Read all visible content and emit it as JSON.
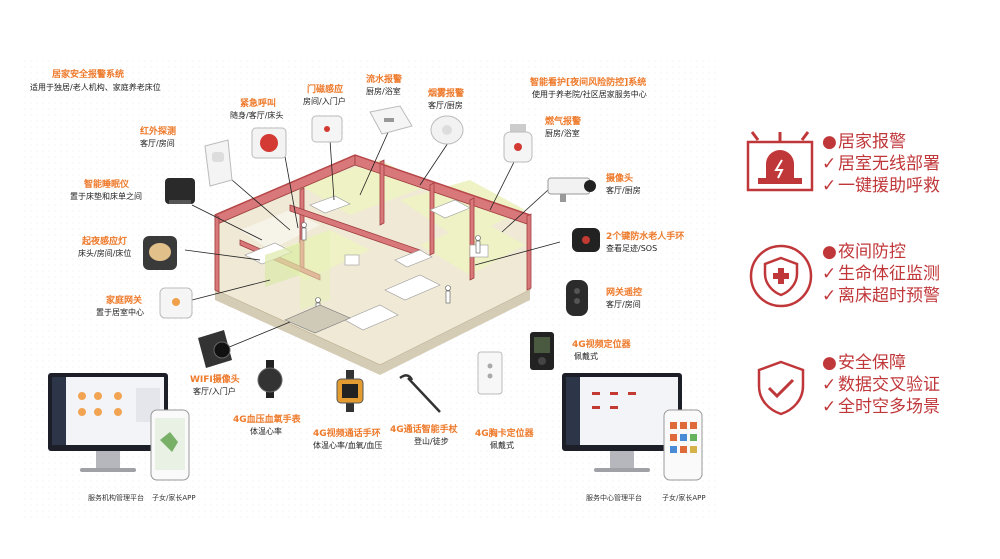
{
  "header": {
    "title": "居家安全报警系统",
    "subtitle": "适用于独居/老人机构、家庭养老床位",
    "right_title": "智能看护[夜间风险防控]系统",
    "right_subtitle": "使用于养老院/社区居家服务中心"
  },
  "devices": [
    {
      "id": "emergency",
      "title": "紧急呼叫",
      "sub": "随身/客厅/床头"
    },
    {
      "id": "door",
      "title": "门磁感应",
      "sub": "房间/入门户"
    },
    {
      "id": "water",
      "title": "流水报警",
      "sub": "厨房/浴室"
    },
    {
      "id": "smoke",
      "title": "烟雾报警",
      "sub": "客厅/厨房"
    },
    {
      "id": "gas",
      "title": "燃气报警",
      "sub": "厨房/浴室"
    },
    {
      "id": "infrared",
      "title": "红外探测",
      "sub": "客厅/房间"
    },
    {
      "id": "sleep",
      "title": "智能睡眠仪",
      "sub": "置于床垫和床单之间"
    },
    {
      "id": "nightlight",
      "title": "起夜感应灯",
      "sub": "床头/房间/床位"
    },
    {
      "id": "gateway",
      "title": "家庭网关",
      "sub": "置于居室中心"
    },
    {
      "id": "wifi_cam",
      "title": "WIFI摄像头",
      "sub": "客厅/入门户"
    },
    {
      "id": "bp_watch",
      "title": "4G血压血氧手表",
      "sub": "体温心率"
    },
    {
      "id": "video_watch",
      "title": "4G视频通话手环",
      "sub": "体温心率/血氧/血压"
    },
    {
      "id": "cane",
      "title": "4G通话智能手杖",
      "sub": "登山/徒步"
    },
    {
      "id": "chest_locator",
      "title": "4G胸卡定位器",
      "sub": "佩戴式"
    },
    {
      "id": "camera",
      "title": "摄像头",
      "sub": "客厅/厨房"
    },
    {
      "id": "bracelet",
      "title": "2个键防水老人手环",
      "sub": "查看足迹/SOS"
    },
    {
      "id": "remote",
      "title": "网关遥控",
      "sub": "客厅/房间"
    },
    {
      "id": "video_locator",
      "title": "4G视频定位器",
      "sub": "佩戴式"
    }
  ],
  "platforms": {
    "left_monitor": "服务机构管理平台",
    "left_app": "子女/家长APP",
    "right_monitor": "服务中心管理平台",
    "right_app": "子女/家长APP"
  },
  "features": [
    {
      "icon": "alarm-light-icon",
      "items": [
        {
          "bullet": "●",
          "text": "居家报警"
        },
        {
          "bullet": "✓",
          "text": "居室无线部署"
        },
        {
          "bullet": "✓",
          "text": "一键援助呼救"
        }
      ]
    },
    {
      "icon": "shield-cross-icon",
      "items": [
        {
          "bullet": "●",
          "text": "夜间防控"
        },
        {
          "bullet": "✓",
          "text": "生命体征监测"
        },
        {
          "bullet": "✓",
          "text": "离床超时预警"
        }
      ]
    },
    {
      "icon": "shield-check-icon",
      "items": [
        {
          "bullet": "●",
          "text": "安全保障"
        },
        {
          "bullet": "✓",
          "text": "数据交叉验证"
        },
        {
          "bullet": "✓",
          "text": "全时空多场景"
        }
      ]
    }
  ],
  "colors": {
    "accent": "#c0373a",
    "orange": "#ee7a2b",
    "wall": "#d9787a",
    "floor": "#efe9d6",
    "room": "#eef2c4"
  }
}
